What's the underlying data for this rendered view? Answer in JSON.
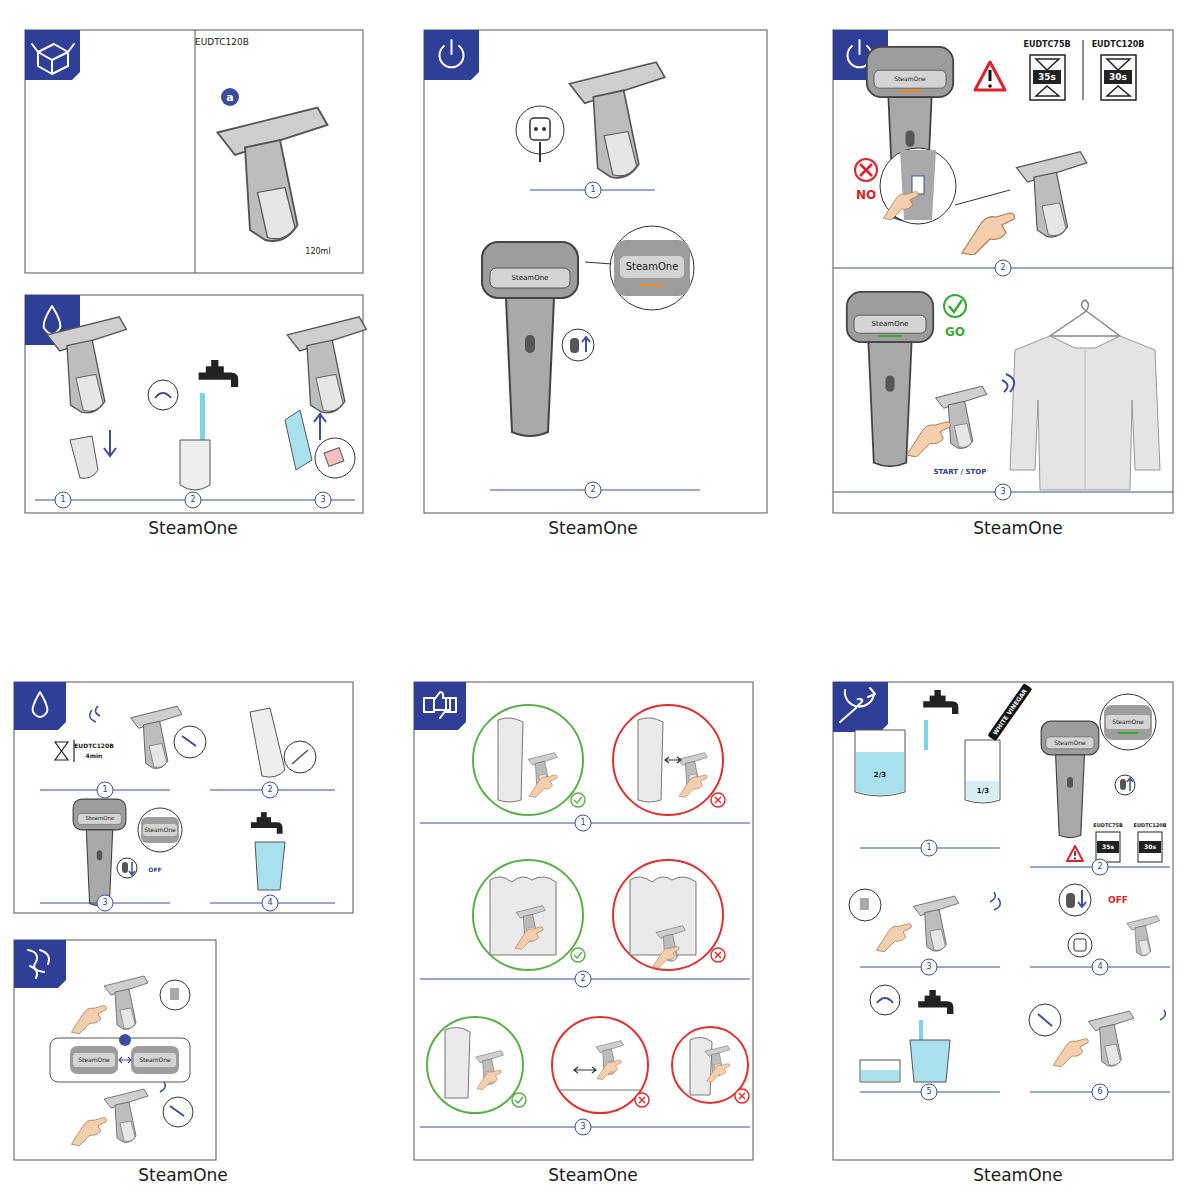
{
  "diagram": {
    "labels": [
      "EUDTC120B",
      "a",
      "120ml",
      "1",
      "2",
      "3",
      "SteamOne",
      "1",
      "SteamOne",
      "SteamOne",
      "2",
      "SteamOne",
      "SteamOne",
      "EUDTC75B",
      "EUDTC120B",
      "35s",
      "30s",
      "NO",
      "2",
      "SteamOne",
      "GO",
      "START / STOP",
      "3",
      "SteamOne",
      "EUDTC120B",
      "4min",
      "1",
      "2",
      "SteamOne",
      "SteamOne",
      "OFF",
      "3",
      "4",
      "SteamOne",
      "SteamOne",
      "SteamOne",
      "1",
      "2",
      "3",
      "SteamOne",
      "2",
      "2/3",
      "1/3",
      "WHITE VINEGAR",
      "1",
      "SteamOne",
      "SteamOne",
      "EUDTC75B",
      "EUDTC120B",
      "35s",
      "30s",
      "2",
      "3",
      "OFF",
      "4",
      "5",
      "6",
      "SteamOne"
    ]
  }
}
